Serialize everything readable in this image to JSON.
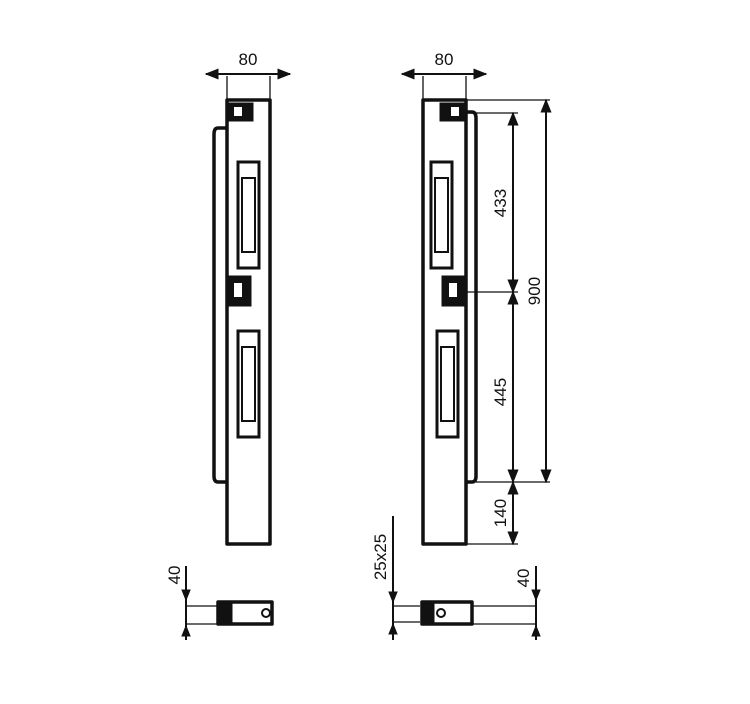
{
  "dimensions": {
    "width_left": "80",
    "width_right": "80",
    "upper_spacing": "433",
    "lower_spacing": "445",
    "overall_height": "900",
    "bottom_offset": "140",
    "depth_left": "40",
    "depth_right": "40",
    "section": "25x25"
  },
  "colors": {
    "line": "#111111",
    "background": "#ffffff"
  }
}
